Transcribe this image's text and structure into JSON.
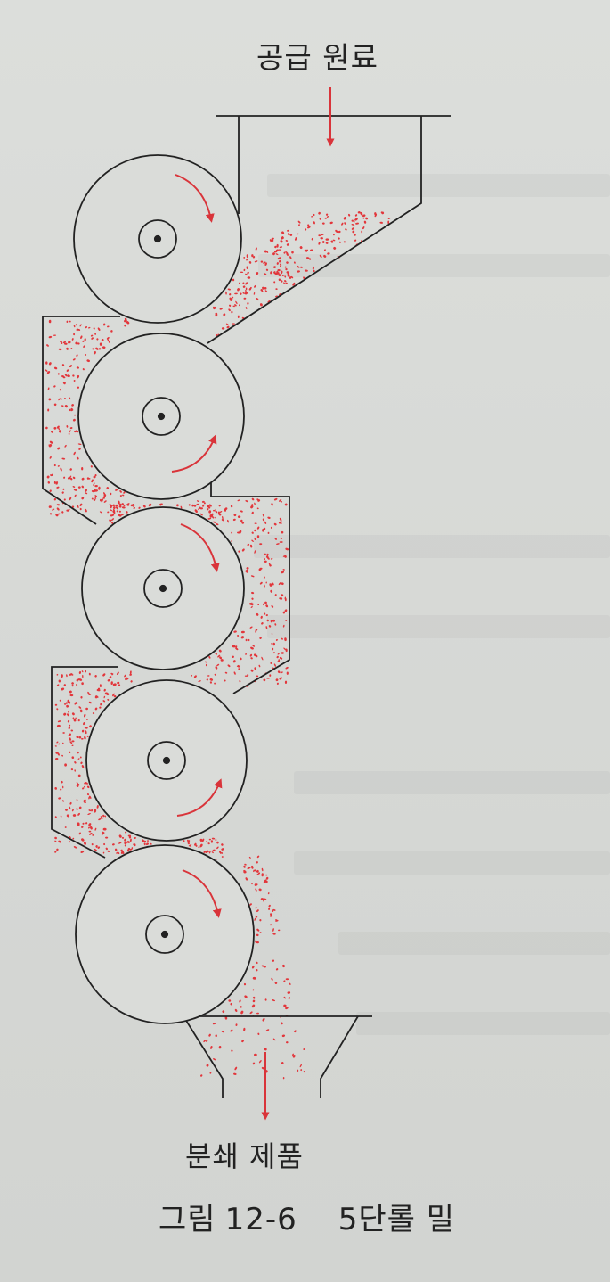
{
  "labels": {
    "feed": "공급 원료",
    "product": "분쇄 제품"
  },
  "caption": {
    "prefix": "그림",
    "number": "12-6",
    "title": "5단롤 밀"
  },
  "colors": {
    "outline": "#222222",
    "particles": "#e2363b",
    "arrows": "#d9343a"
  },
  "rolls": [
    {
      "name": "roll-1",
      "rotation": "clockwise"
    },
    {
      "name": "roll-2",
      "rotation": "counterclockwise"
    },
    {
      "name": "roll-3",
      "rotation": "clockwise"
    },
    {
      "name": "roll-4",
      "rotation": "counterclockwise"
    },
    {
      "name": "roll-5",
      "rotation": "clockwise"
    }
  ]
}
